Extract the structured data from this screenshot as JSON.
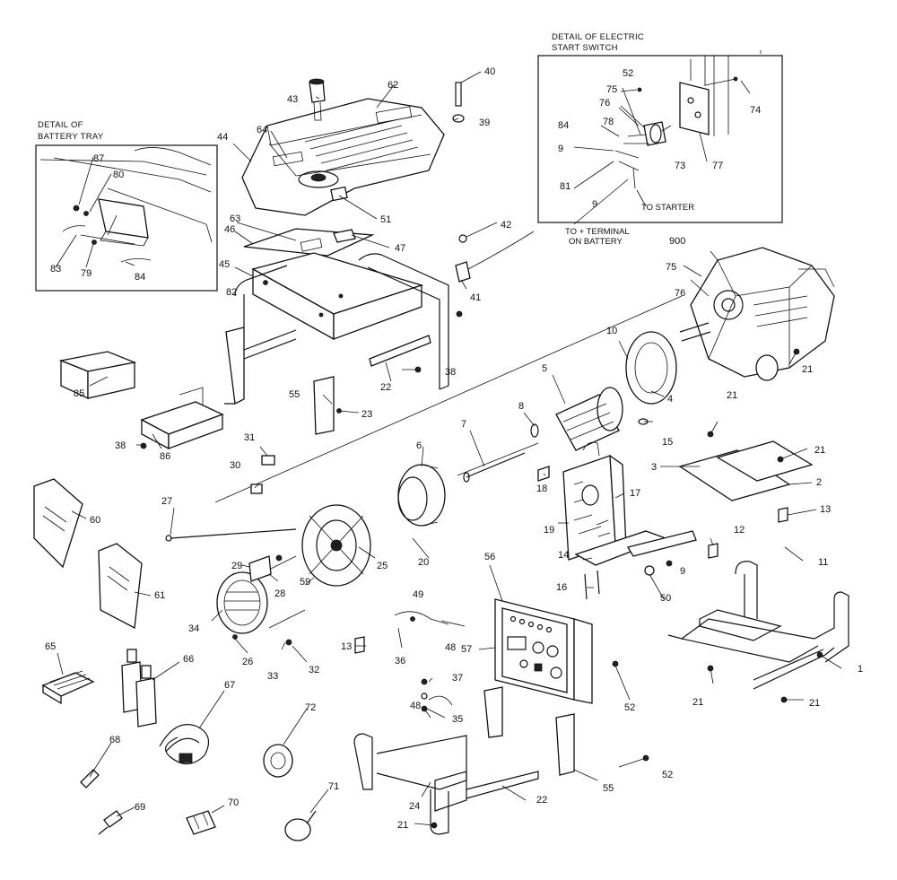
{
  "details": {
    "battery_tray": [
      "DETAIL OF",
      "BATTERY TRAY"
    ],
    "start_switch": [
      "DETAIL OF ELECTRIC",
      "START SWITCH"
    ]
  },
  "notes": {
    "to_starter": "TO STARTER",
    "to_battery": [
      "TO + TERMINAL",
      "ON BATTERY"
    ]
  },
  "callouts": {
    "c1": "1",
    "c2": "2",
    "c3": "3",
    "c4": "4",
    "c5": "5",
    "c6": "6",
    "c7": "7",
    "c8": "8",
    "c9a": "9",
    "c9b": "9",
    "c9c": "9",
    "c10": "10",
    "c11": "11",
    "c12": "12",
    "c13a": "13",
    "c13b": "13",
    "c14": "14",
    "c15": "15",
    "c16": "16",
    "c17": "17",
    "c18": "18",
    "c19": "19",
    "c20": "20",
    "c21a": "21",
    "c21b": "21",
    "c21c": "21",
    "c21d": "21",
    "c21e": "21",
    "c21f": "21",
    "c22a": "22",
    "c22b": "22",
    "c23": "23",
    "c24": "24",
    "c25": "25",
    "c26": "26",
    "c27": "27",
    "c28": "28",
    "c29": "29",
    "c30": "30",
    "c31": "31",
    "c32": "32",
    "c33": "33",
    "c34": "34",
    "c35": "35",
    "c36": "36",
    "c37": "37",
    "c38a": "38",
    "c38b": "38",
    "c39": "39",
    "c40": "40",
    "c41": "41",
    "c42": "42",
    "c43": "43",
    "c44": "44",
    "c45": "45",
    "c46": "46",
    "c47": "47",
    "c48a": "48",
    "c48b": "48",
    "c49": "49",
    "c50": "50",
    "c51": "51",
    "c52a": "52",
    "c52b": "52",
    "c52c": "52",
    "c55a": "55",
    "c55b": "55",
    "c56": "56",
    "c57": "57",
    "c59": "59",
    "c60": "60",
    "c61": "61",
    "c62": "62",
    "c63": "63",
    "c64": "64",
    "c65": "65",
    "c66": "66",
    "c67": "67",
    "c68": "68",
    "c69": "69",
    "c70": "70",
    "c71": "71",
    "c72": "72",
    "c73": "73",
    "c74": "74",
    "c75a": "75",
    "c75b": "75",
    "c76a": "76",
    "c76b": "76",
    "c77": "77",
    "c78": "78",
    "c79": "79",
    "c80": "80",
    "c81": "81",
    "c82": "82",
    "c83": "83",
    "c84a": "84",
    "c84b": "84",
    "c85": "85",
    "c86": "86",
    "c87": "87",
    "c900": "900"
  }
}
